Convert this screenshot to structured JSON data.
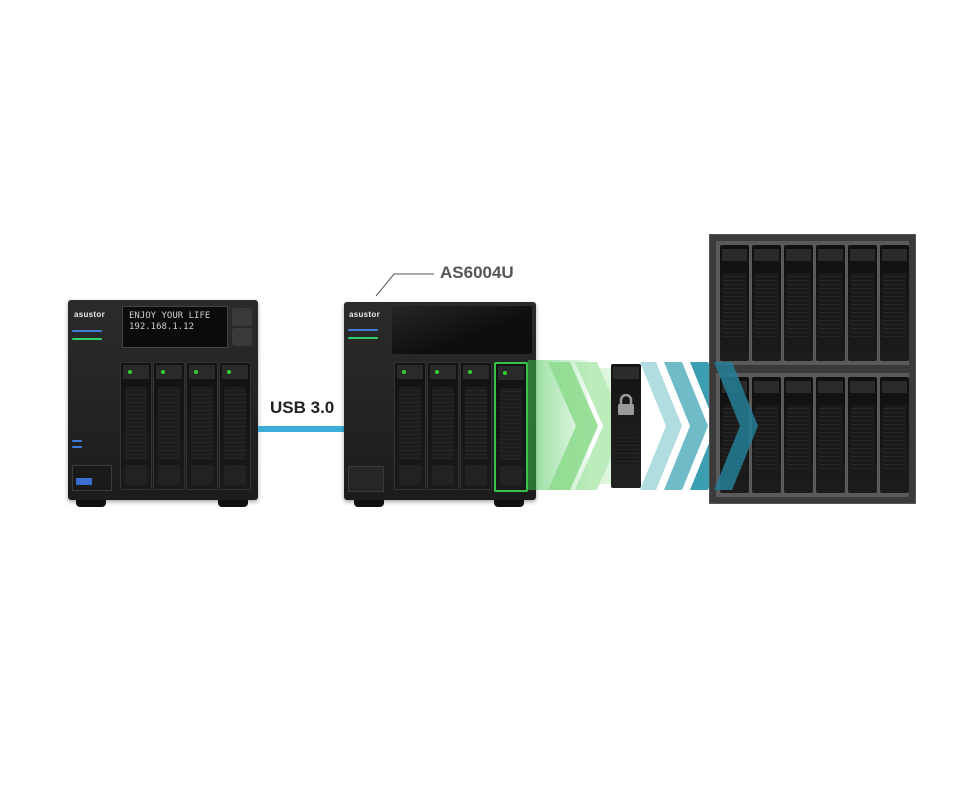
{
  "nas_left": {
    "brand": "asustor",
    "lcd_line1": "ENJOY YOUR LIFE",
    "lcd_line2": "192.168.1.12"
  },
  "connection": {
    "label": "USB 3.0",
    "color": "#3aaed8"
  },
  "nas_center": {
    "brand": "asustor",
    "callout_label": "AS6004U"
  },
  "colors": {
    "led_blue": "#3f7cd6",
    "led_green": "#2fd16b",
    "highlight_green": "#39c24a",
    "arrow_green": "#8be08b",
    "arrow_teal": "#2a8fa3"
  },
  "icons": [
    "lock-icon",
    "chevron-arrow-icon"
  ]
}
